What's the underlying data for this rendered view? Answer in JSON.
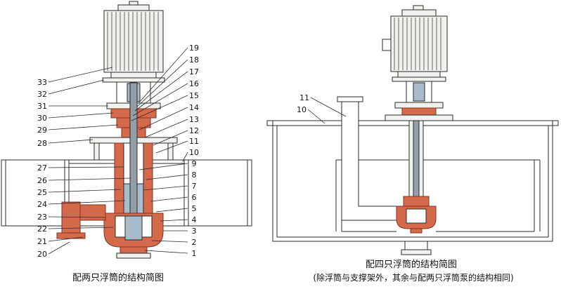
{
  "colors": {
    "line": "#2b2b2b",
    "salmon": "#d4694b",
    "salmon_dark": "#83341f",
    "light": "#f1f1ed",
    "steel": "#a9bccb",
    "shaft": "#939ea9"
  },
  "left_diagram": {
    "caption": "配两只浮筒的结构简图",
    "labels_left": [
      "33",
      "32",
      "31",
      "30",
      "29",
      "28",
      "27",
      "26",
      "25",
      "24",
      "23",
      "22",
      "21",
      "20"
    ],
    "labels_right": [
      "19",
      "18",
      "17",
      "16",
      "15",
      "14",
      "13",
      "12",
      "11",
      "10",
      "9",
      "8",
      "7",
      "6",
      "5",
      "4",
      "3",
      "2",
      "1"
    ]
  },
  "right_diagram": {
    "caption": "配四只浮筒的结构简图",
    "note": "(除浮筒与支撑架外，其余与配两只浮筒泵的结构相同)",
    "labels": [
      "11",
      "10"
    ]
  }
}
